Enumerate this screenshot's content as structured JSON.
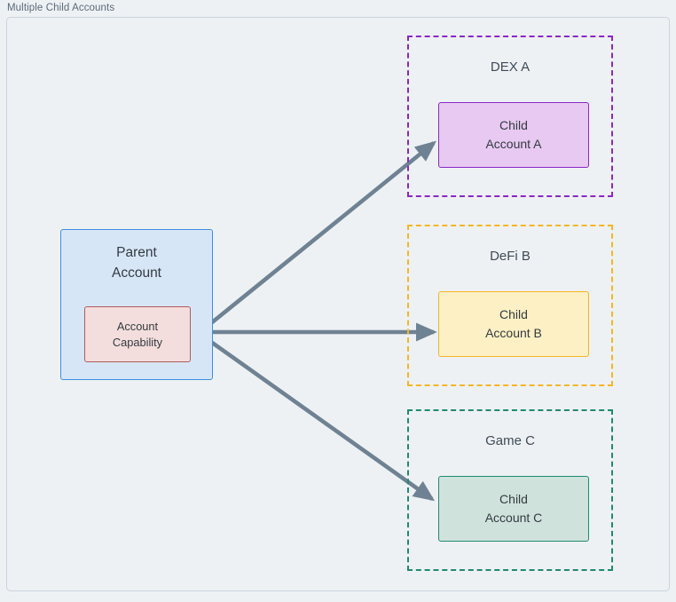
{
  "frame": {
    "title": "Multiple Child Accounts"
  },
  "parent": {
    "label": "Parent\nAccount",
    "capability_label": "Account\nCapability",
    "fill": "#d7e6f7",
    "stroke": "#3d8fe0",
    "capability_fill": "#f4dedd",
    "capability_stroke": "#b05b5b"
  },
  "groups": [
    {
      "id": "dex",
      "title": "DEX A",
      "accent": "#8a27c9",
      "child_label": "Child\nAccount A",
      "child_fill": "#e7c9f2"
    },
    {
      "id": "defi",
      "title": "DeFi B",
      "accent": "#f5b525",
      "child_label": "Child\nAccount B",
      "child_fill": "#fdf0c4"
    },
    {
      "id": "game",
      "title": "Game C",
      "accent": "#1f8a70",
      "child_label": "Child\nAccount C",
      "child_fill": "#cfe3dc"
    }
  ],
  "arrows": {
    "color": "#6f8293",
    "connections": [
      {
        "from": "account-capability",
        "to": "child-account-a"
      },
      {
        "from": "account-capability",
        "to": "child-account-b"
      },
      {
        "from": "account-capability",
        "to": "child-account-c"
      }
    ]
  },
  "theme": {
    "background": "#eef1f4",
    "frame_border": "#c9d4de",
    "title_color": "#5b6b7a",
    "text_color": "#343a40"
  }
}
